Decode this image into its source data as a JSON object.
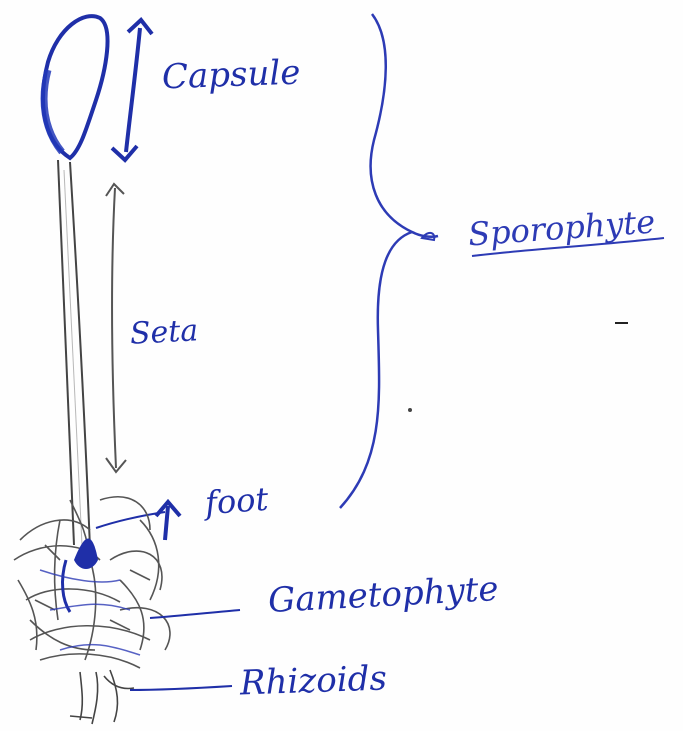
{
  "labels": {
    "capsule": "Capsule",
    "seta": "Seta",
    "foot": "foot",
    "sporophyte": "Sporophyte",
    "gametophyte": "Gametophyte",
    "rhizoids": "Rhizoids"
  },
  "colors": {
    "ink_blue": "#1f2fa8",
    "pencil_gray": "#555555",
    "capsule_fill": "#2238b8",
    "paper": "#fefefe"
  }
}
